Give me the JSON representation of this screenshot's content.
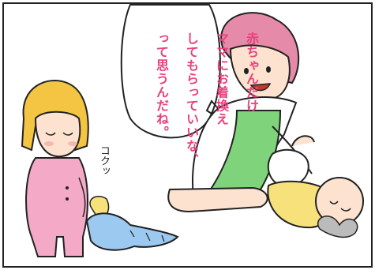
{
  "bubble": {
    "lines": [
      "赤ちゃんだけ",
      "ママにお着換え",
      "してもらっていいな、",
      "って思うんだね。"
    ],
    "color": "#e8427d"
  },
  "sound_effect": {
    "text": "コクッ"
  },
  "colors": {
    "girl_outfit": "#f4a9c6",
    "hair": "#f4c542",
    "mother_apron": "#7fd37a",
    "baby_outfit": "#f6e17a",
    "baby_clothes_on_floor": "#9cc9ef",
    "mother_hair": "#e58aa8"
  }
}
